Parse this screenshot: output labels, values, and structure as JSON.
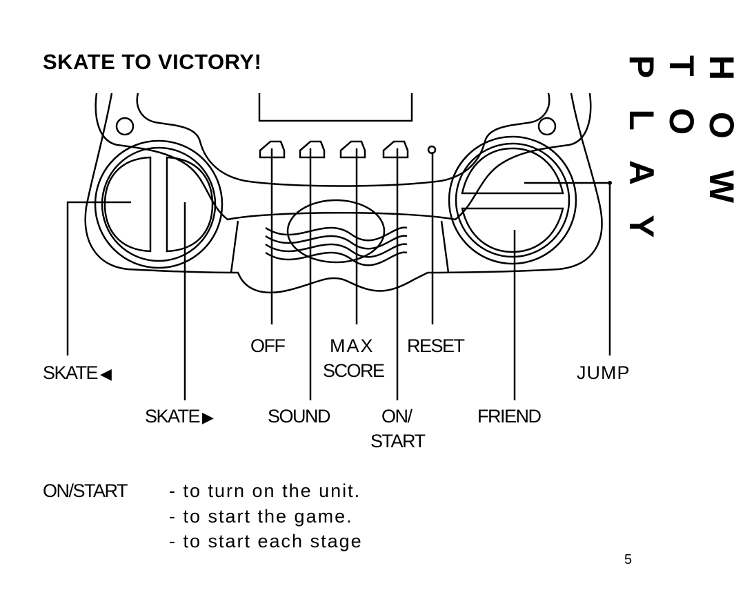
{
  "title": "SKATE TO VICTORY!",
  "side_title": "HOW TO PLAY",
  "labels": {
    "skate_left": "SKATE",
    "skate_left_arrow": "◀",
    "skate_right": "SKATE",
    "skate_right_arrow": "▶",
    "off": "OFF",
    "sound": "SOUND",
    "max": "MAX",
    "score": "SCORE",
    "on": "ON/",
    "start": "START",
    "reset": "RESET",
    "friend": "FRIEND",
    "jump": "JUMP"
  },
  "description": {
    "key": "ON/START",
    "lines": [
      "- to turn on the unit.",
      "- to start the game.",
      "- to start each stage"
    ]
  },
  "page_number": "5"
}
